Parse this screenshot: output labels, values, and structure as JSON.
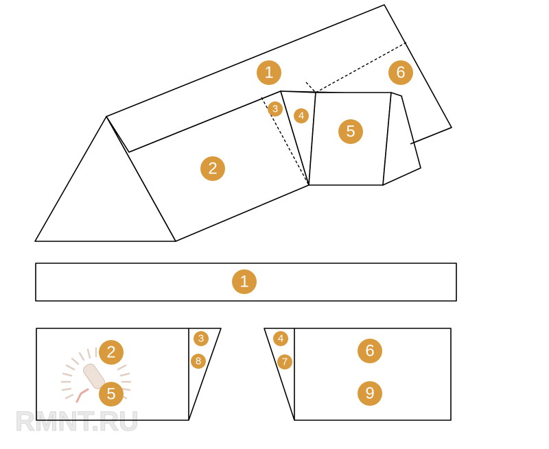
{
  "colors": {
    "badge_fill": "#d99a3d",
    "badge_text": "#ffffff",
    "line": "#000000",
    "watermark": "#d8d8d8",
    "watermark_accent": "#e7a9a0"
  },
  "assembled_view": {
    "labels": {
      "top_panel": "1",
      "front_panel": "2",
      "notch_left": "3",
      "notch_right": "4",
      "dormer_face": "5",
      "back_panel": "6"
    }
  },
  "unfolded_pieces": {
    "strip": {
      "label": "1"
    },
    "left_piece": {
      "main_top": "2",
      "main_bottom": "5",
      "side_top": "3",
      "side_bottom": "8"
    },
    "right_piece": {
      "side_top": "4",
      "side_bottom": "7",
      "main_top": "6",
      "main_bottom": "9"
    }
  },
  "watermark": {
    "text": "RMNT.RU"
  }
}
